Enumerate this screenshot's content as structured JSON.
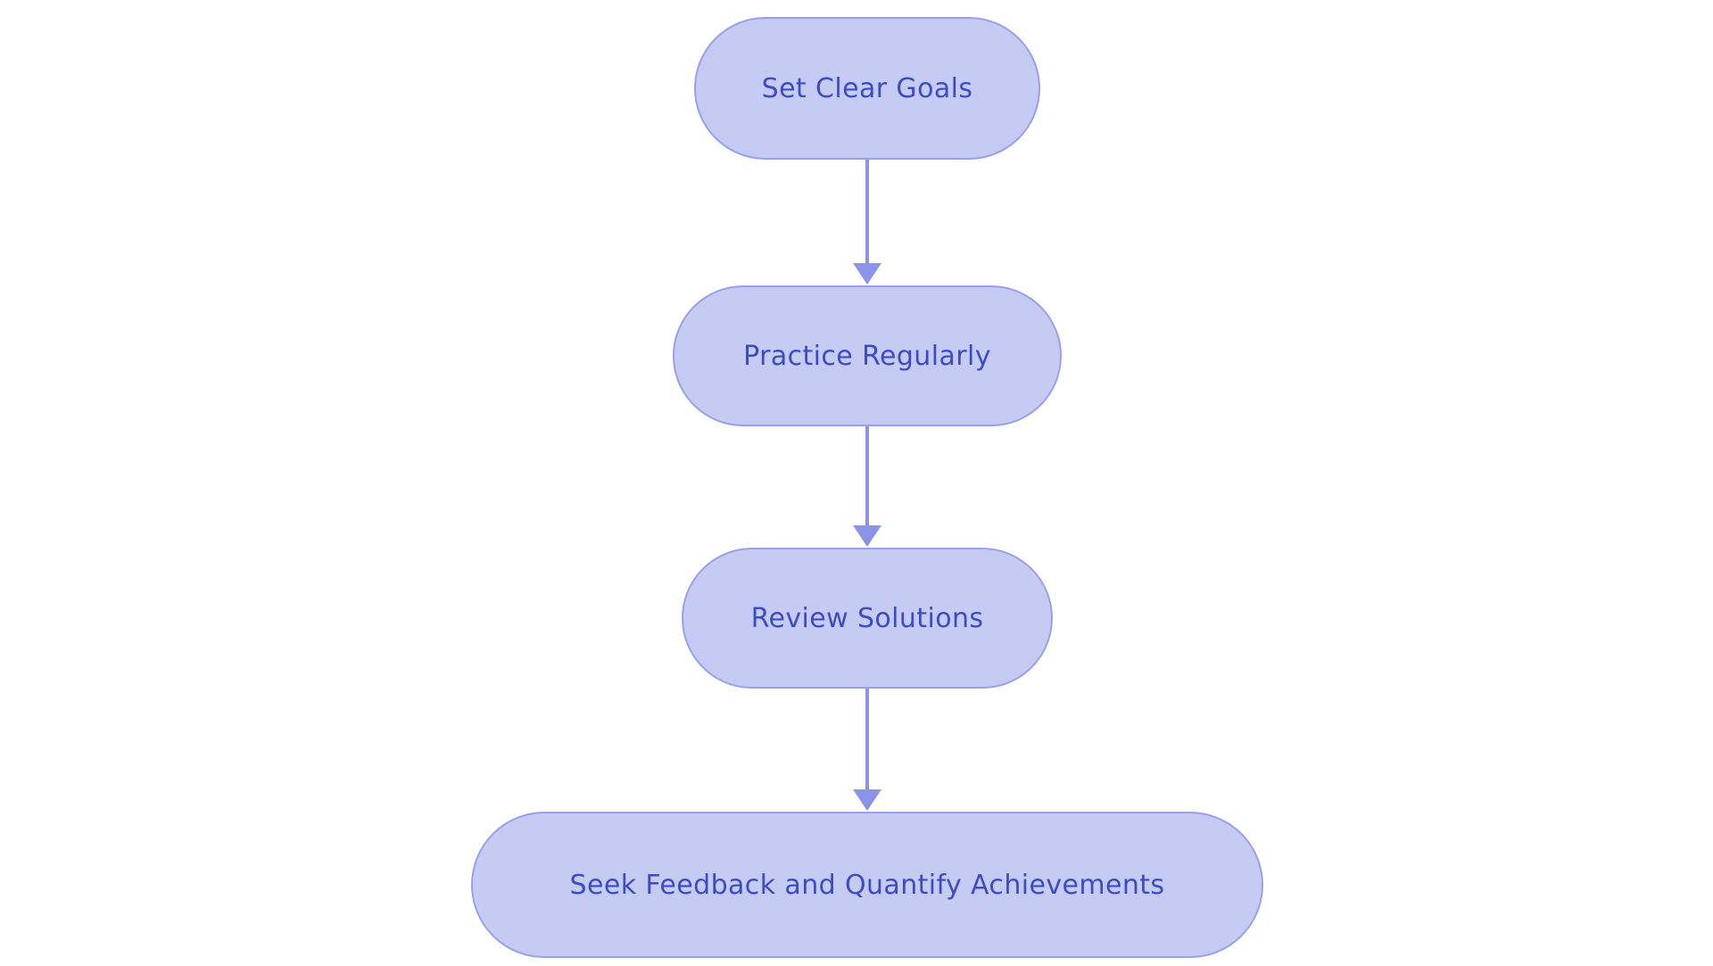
{
  "flowchart": {
    "nodes": [
      {
        "label": "Set Clear Goals"
      },
      {
        "label": "Practice Regularly"
      },
      {
        "label": "Review Solutions"
      },
      {
        "label": "Seek Feedback and Quantify Achievements"
      }
    ],
    "edges": [
      {
        "from": 0,
        "to": 1
      },
      {
        "from": 1,
        "to": 2
      },
      {
        "from": 2,
        "to": 3
      }
    ],
    "colors": {
      "background": "#ffffff",
      "node_fill": "#c6cbf4",
      "node_border": "#98a0ec",
      "text": "#3b4cc4",
      "arrow": "#8b94e8"
    }
  }
}
